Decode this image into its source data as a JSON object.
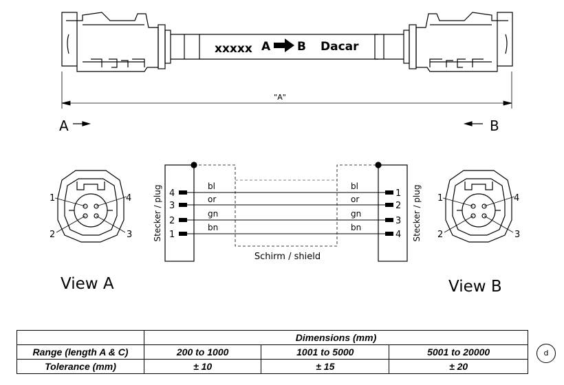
{
  "cable": {
    "label_part": "xxxxx",
    "label_a": "A",
    "label_b": "B",
    "label_brand": "Dacar",
    "length_label": "\"A\"",
    "end_a": "A",
    "end_b": "B"
  },
  "wiring": {
    "plug_label": "Stecker / plug",
    "shield_label": "Schirm / shield",
    "left_pins": [
      "4",
      "3",
      "2",
      "1"
    ],
    "right_pins": [
      "1",
      "2",
      "3",
      "4"
    ],
    "colors": [
      "bl",
      "or",
      "gn",
      "bn"
    ]
  },
  "views": {
    "view_a": "View A",
    "view_b": "View B",
    "a_pins": [
      "1",
      "4",
      "2",
      "3"
    ],
    "b_pins": [
      "1",
      "4",
      "2",
      "3"
    ]
  },
  "table": {
    "header": "Dimensions (mm)",
    "row1_label": "Range (length A & C)",
    "row1": [
      "200 to 1000",
      "1001 to 5000",
      "5001 to 20000"
    ],
    "row2_label": "Tolerance (mm)",
    "row2": [
      "± 10",
      "± 15",
      "± 20"
    ]
  },
  "revision": "d"
}
